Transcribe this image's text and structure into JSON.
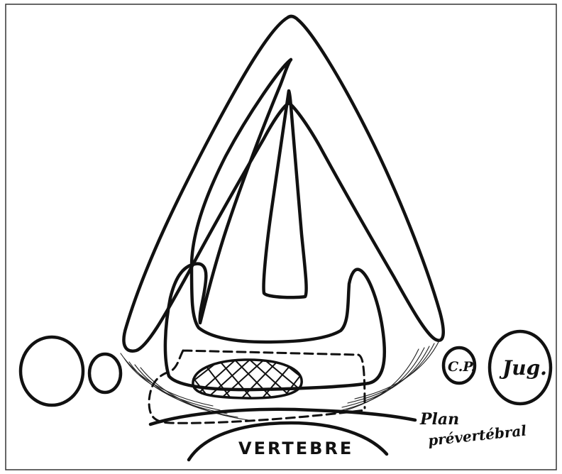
{
  "labels": {
    "vertebra": "VERTEBRE",
    "small_circle": "C.P.",
    "jugular": "Jug.",
    "fascia_line1": "Plan",
    "fascia_line2": "prévertébral"
  },
  "colors": {
    "ink": "#111111",
    "background": "#ffffff",
    "frame": "#333333"
  }
}
